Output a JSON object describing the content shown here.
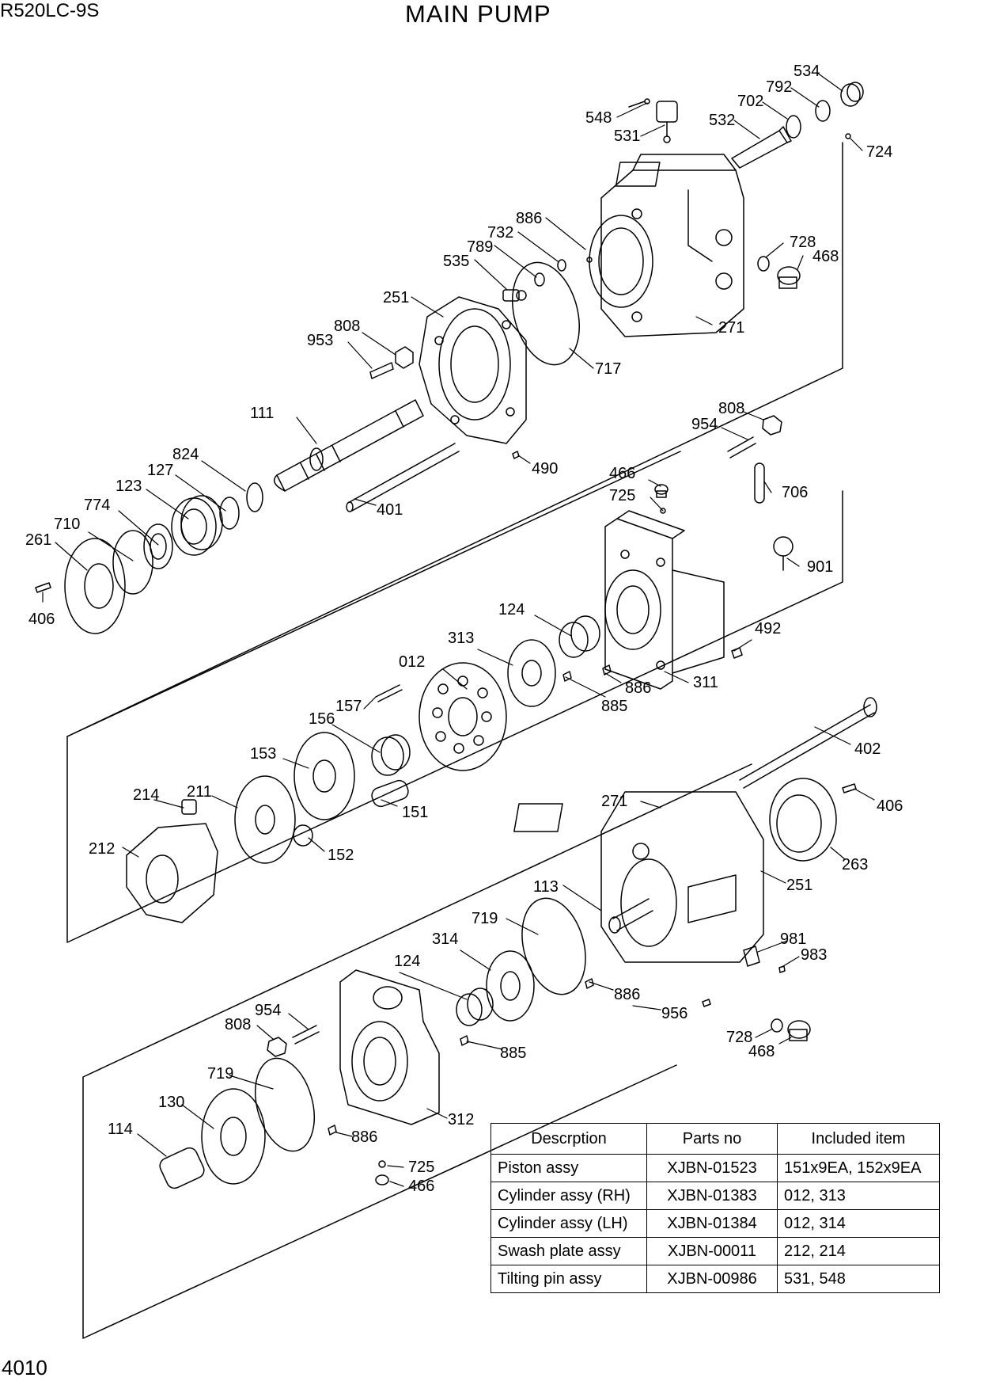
{
  "header": {
    "model": "R520LC-9S",
    "title": "MAIN PUMP"
  },
  "footer": {
    "page_number": "4010"
  },
  "parts_table": {
    "headers": [
      "Descrption",
      "Parts no",
      "Included item"
    ],
    "rows": [
      {
        "description": "Piston assy",
        "parts_no": "XJBN-01523",
        "included": "151x9EA, 152x9EA"
      },
      {
        "description": "Cylinder assy (RH)",
        "parts_no": "XJBN-01383",
        "included": "012, 313"
      },
      {
        "description": "Cylinder assy (LH)",
        "parts_no": "XJBN-01384",
        "included": "012, 314"
      },
      {
        "description": "Swash plate assy",
        "parts_no": "XJBN-00011",
        "included": "212, 214"
      },
      {
        "description": "Tilting pin assy",
        "parts_no": "XJBN-00986",
        "included": "531, 548"
      }
    ]
  },
  "part_labels": [
    "534",
    "792",
    "702",
    "532",
    "548",
    "531",
    "724",
    "886",
    "732",
    "789",
    "535",
    "728",
    "468",
    "251",
    "271",
    "808",
    "953",
    "717",
    "111",
    "808",
    "954",
    "824",
    "127",
    "490",
    "466",
    "123",
    "774",
    "706",
    "710",
    "725",
    "261",
    "401",
    "901",
    "406",
    "124",
    "492",
    "313",
    "012",
    "886",
    "311",
    "885",
    "157",
    "156",
    "402",
    "153",
    "271",
    "406",
    "214",
    "211",
    "151",
    "212",
    "152",
    "263",
    "251",
    "113",
    "981",
    "719",
    "983",
    "314",
    "124",
    "886",
    "954",
    "956",
    "808",
    "885",
    "728",
    "468",
    "719",
    "130",
    "312",
    "886",
    "114",
    "725",
    "466"
  ]
}
